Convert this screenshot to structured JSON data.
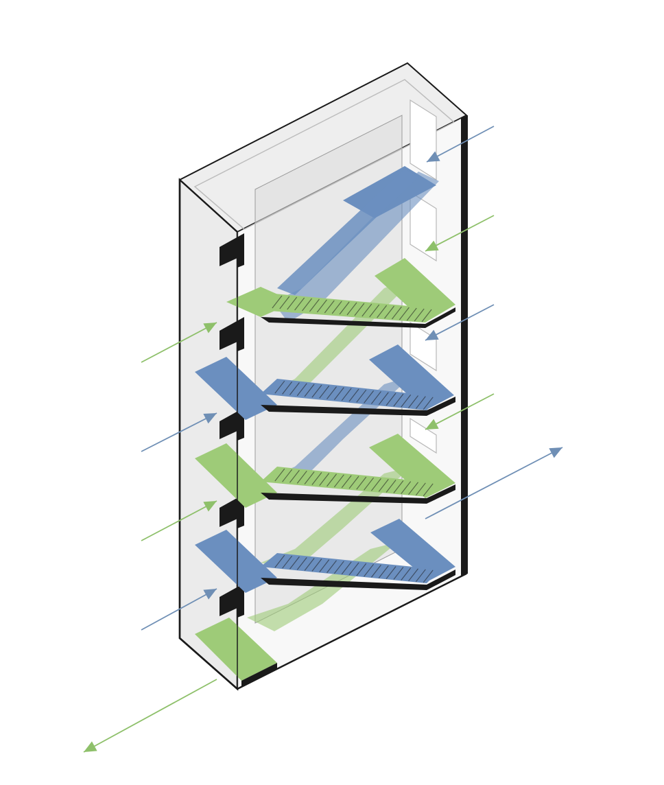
{
  "diagram": {
    "subject": "scissor-stair-shaft-isometric",
    "colors": {
      "background": "#ffffff",
      "enclosure_fill": "#e9e9e9",
      "enclosure_side": "#d6d6d6",
      "enclosure_inner": "#efefef",
      "outline": "#1a1a1a",
      "stair_blue": "#6b8fbf",
      "stair_blue_dark": "#55779f",
      "stair_green": "#9ecb78",
      "stair_green_dark": "#7fae5b",
      "arrow_blue": "#6f8fb5",
      "arrow_green": "#8ec06a"
    },
    "stair_runs": [
      {
        "system": "blue",
        "direction": "up-right"
      },
      {
        "system": "green",
        "direction": "down-left"
      },
      {
        "system": "blue",
        "direction": "down-left"
      },
      {
        "system": "green",
        "direction": "down-left"
      },
      {
        "system": "blue",
        "direction": "down-left"
      }
    ],
    "arrows": [
      {
        "system": "blue",
        "side": "right",
        "direction": "in"
      },
      {
        "system": "green",
        "side": "right",
        "direction": "in"
      },
      {
        "system": "blue",
        "side": "right",
        "direction": "in"
      },
      {
        "system": "green",
        "side": "right",
        "direction": "in"
      },
      {
        "system": "blue",
        "side": "right",
        "direction": "out"
      },
      {
        "system": "green",
        "side": "left",
        "direction": "in"
      },
      {
        "system": "blue",
        "side": "left",
        "direction": "in"
      },
      {
        "system": "green",
        "side": "left",
        "direction": "in"
      },
      {
        "system": "blue",
        "side": "left",
        "direction": "in"
      },
      {
        "system": "green",
        "side": "left",
        "direction": "out"
      }
    ]
  }
}
